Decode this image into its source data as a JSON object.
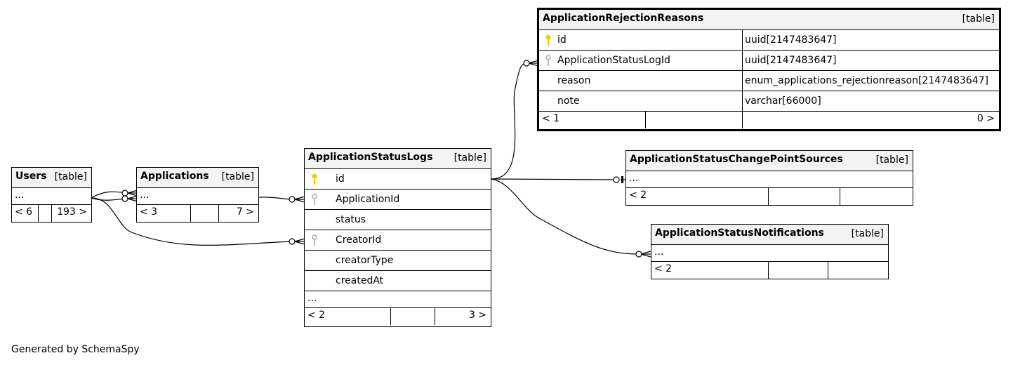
{
  "tables": {
    "users": {
      "name": "Users",
      "type": "[table]",
      "ellipsis": "...",
      "footer_left": "< 6",
      "footer_right": "193 >"
    },
    "applications": {
      "name": "Applications",
      "type": "[table]",
      "ellipsis": "...",
      "footer_left": "< 3",
      "footer_right": "7 >"
    },
    "status_logs": {
      "name": "ApplicationStatusLogs",
      "type": "[table]",
      "columns": [
        "id",
        "ApplicationId",
        "status",
        "CreatorId",
        "creatorType",
        "createdAt"
      ],
      "ellipsis": "...",
      "footer_left": "< 2",
      "footer_right": "3 >"
    },
    "rejection_reasons": {
      "name": "ApplicationRejectionReasons",
      "type": "[table]",
      "columns": [
        {
          "name": "id",
          "type": "uuid[2147483647]"
        },
        {
          "name": "ApplicationStatusLogId",
          "type": "uuid[2147483647]"
        },
        {
          "name": "reason",
          "type": "enum_applications_rejectionreason[2147483647]"
        },
        {
          "name": "note",
          "type": "varchar[66000]"
        }
      ],
      "footer_left": "< 1",
      "footer_right": "0 >"
    },
    "change_point_sources": {
      "name": "ApplicationStatusChangePointSources",
      "type": "[table]",
      "ellipsis": "...",
      "footer_left": "< 2"
    },
    "notifications": {
      "name": "ApplicationStatusNotifications",
      "type": "[table]",
      "ellipsis": "...",
      "footer_left": "< 2"
    }
  },
  "colors": {
    "primary_key": "#e8d300",
    "foreign_key": "#a8a8a8",
    "header_bg": "#f3f3f3"
  },
  "generated_by": "Generated by SchemaSpy"
}
